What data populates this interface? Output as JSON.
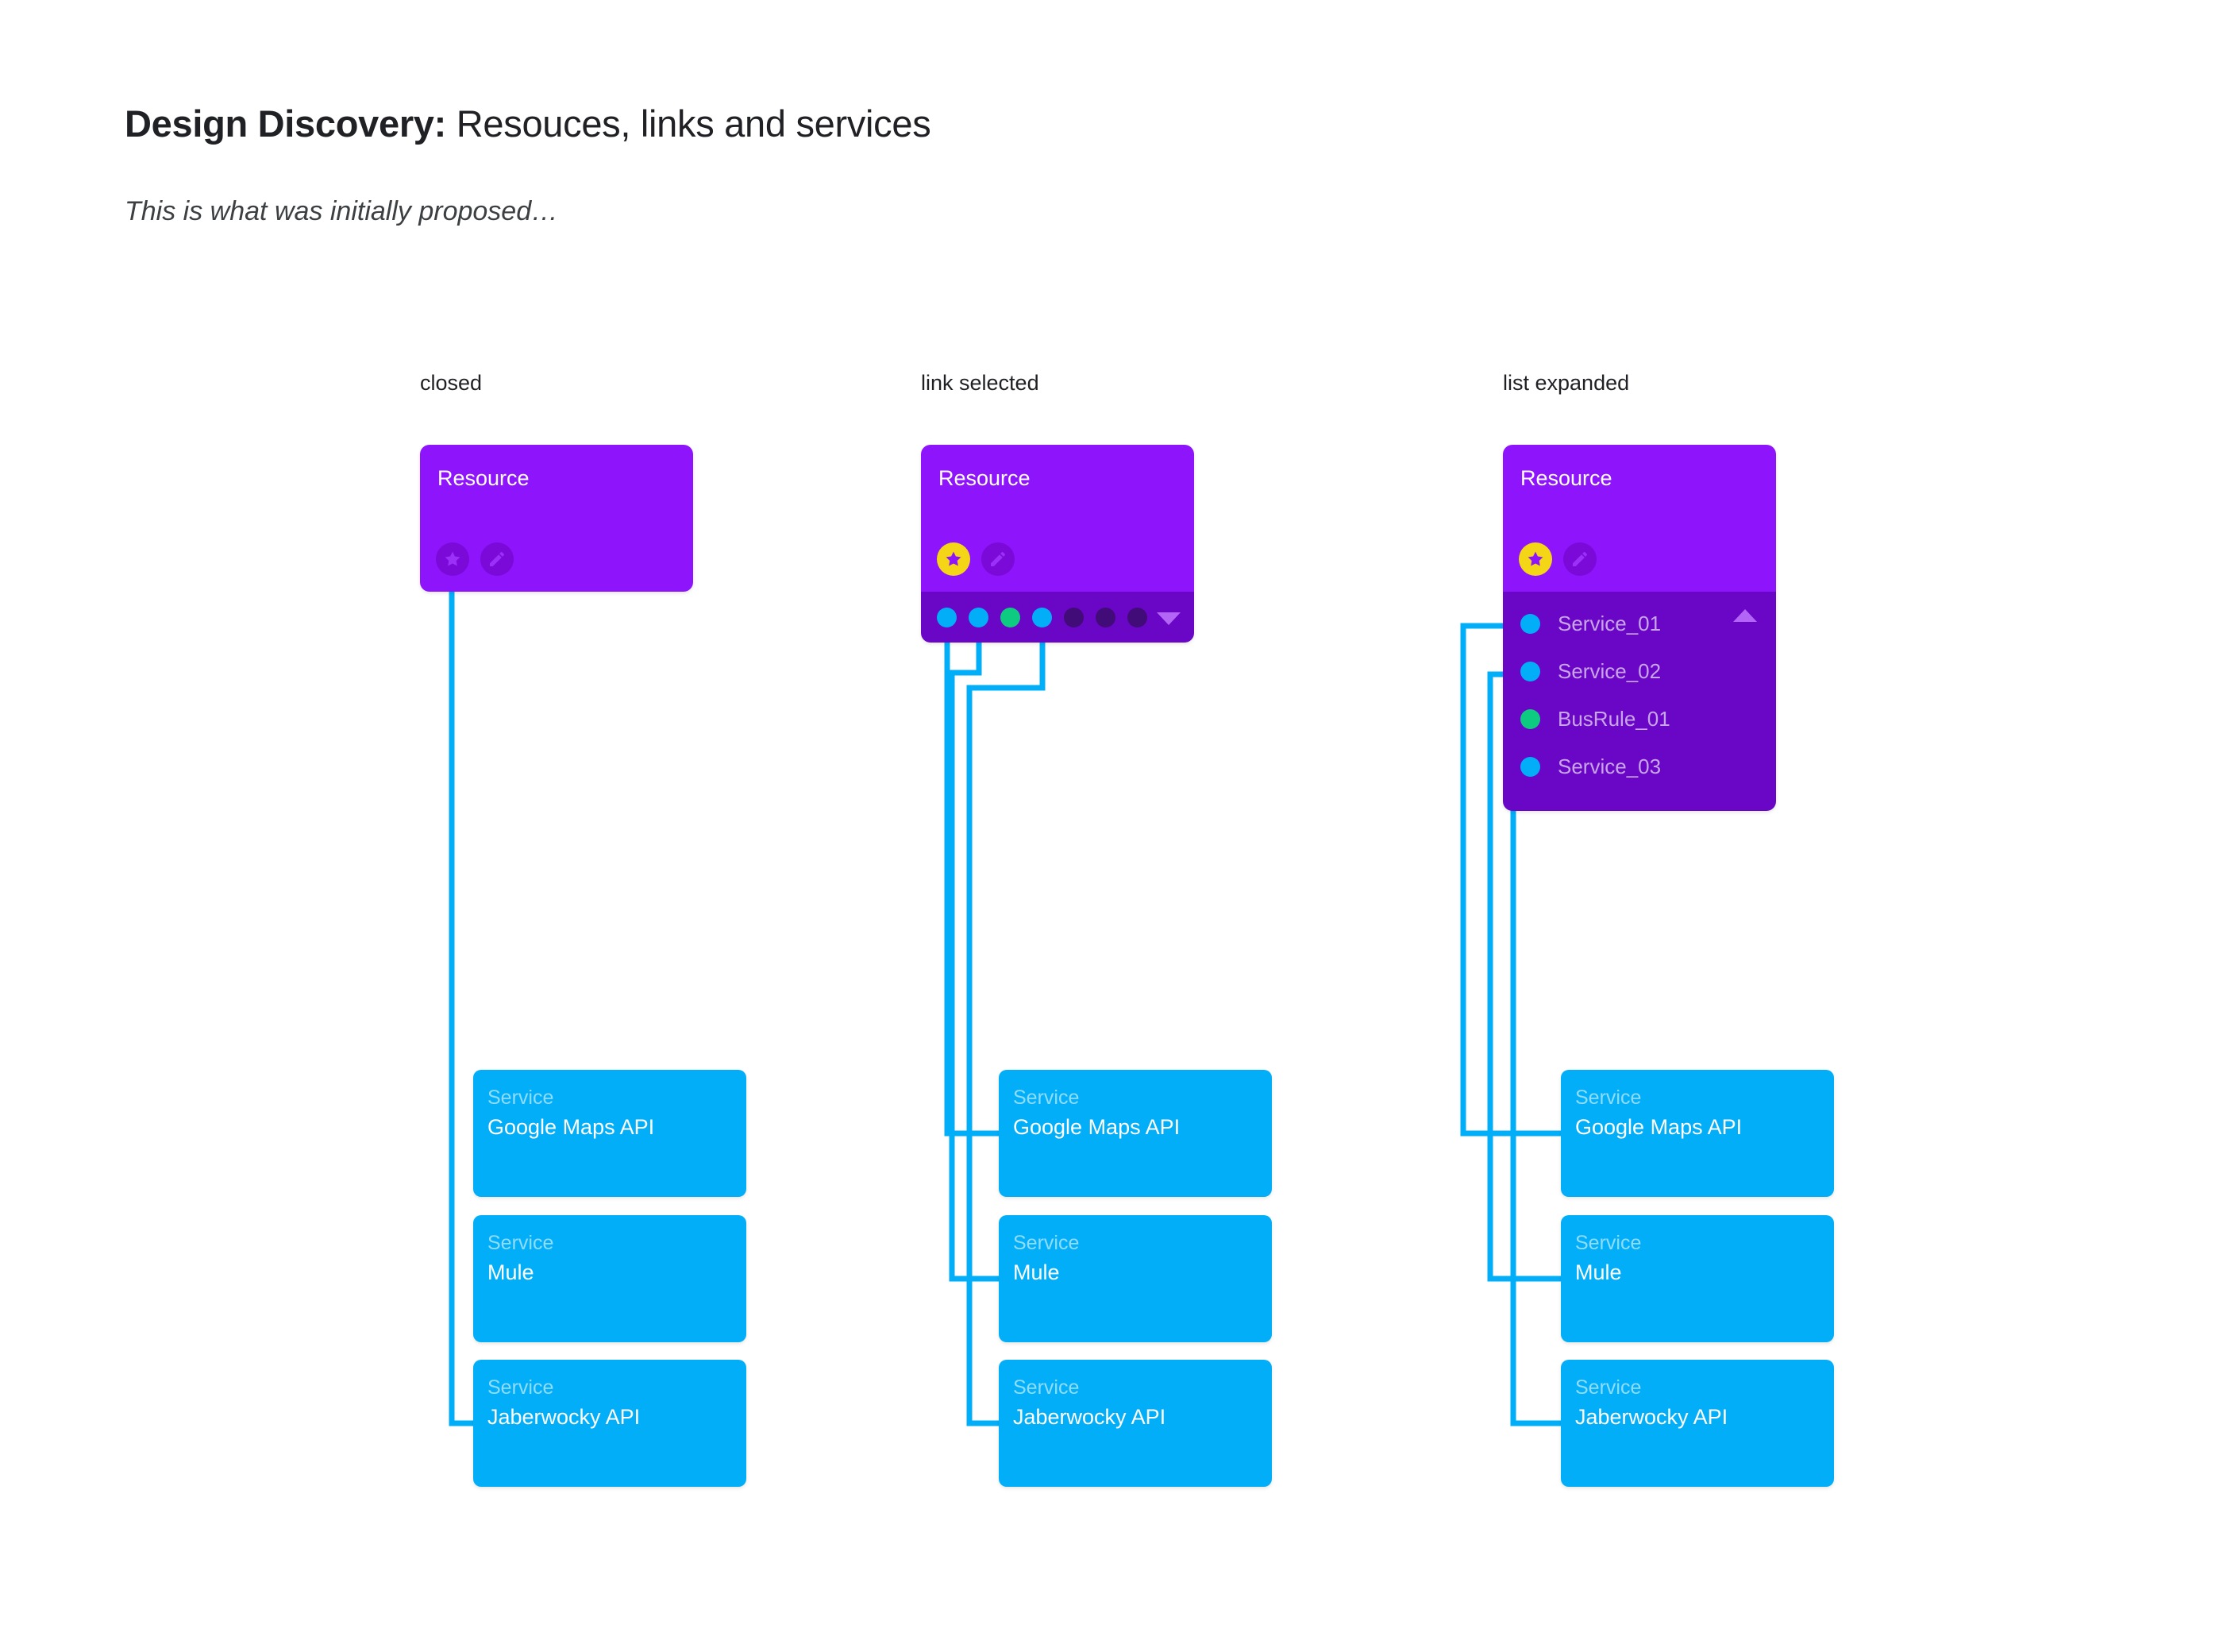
{
  "header": {
    "title_strong": "Design Discovery:",
    "title_rest": " Resouces, links and services",
    "subtitle": "This is what was initially proposed…"
  },
  "colors": {
    "resource_purple": "#8e14fb",
    "resource_purple_dark": "#6a06c6",
    "service_blue": "#03aef9",
    "link_cyan": "#03aef9",
    "busrule_green": "#0ecb82",
    "star_gold": "#f5d616",
    "dot_off": "#410b78",
    "caret_violet": "#b366f5",
    "background": "#ffffff"
  },
  "columns": [
    {
      "caption": "closed",
      "card": {
        "title": "Resource",
        "actions": [
          {
            "icon": "star-icon",
            "state": "inactive"
          },
          {
            "icon": "pencil-icon",
            "state": "inactive"
          }
        ],
        "strip": null,
        "list": null
      },
      "services": [
        {
          "kind": "Service",
          "name": "Google Maps API"
        },
        {
          "kind": "Service",
          "name": "Mule"
        },
        {
          "kind": "Service",
          "name": "Jaberwocky API"
        }
      ]
    },
    {
      "caption": "link selected",
      "card": {
        "title": "Resource",
        "actions": [
          {
            "icon": "star-icon",
            "state": "active"
          },
          {
            "icon": "pencil-icon",
            "state": "inactive"
          }
        ],
        "strip": {
          "dots": [
            "cyan",
            "cyan",
            "green",
            "cyan",
            "off",
            "off",
            "off"
          ],
          "caret": "chevron-down-icon"
        },
        "list": null
      },
      "services": [
        {
          "kind": "Service",
          "name": "Google Maps API"
        },
        {
          "kind": "Service",
          "name": "Mule"
        },
        {
          "kind": "Service",
          "name": "Jaberwocky API"
        }
      ]
    },
    {
      "caption": "list expanded",
      "card": {
        "title": "Resource",
        "actions": [
          {
            "icon": "star-icon",
            "state": "active"
          },
          {
            "icon": "pencil-icon",
            "state": "inactive"
          }
        ],
        "strip": null,
        "list": {
          "caret": "chevron-up-icon",
          "rows": [
            {
              "label": "Service_01",
              "dot": "cyan"
            },
            {
              "label": "Service_02",
              "dot": "cyan"
            },
            {
              "label": "BusRule_01",
              "dot": "green"
            },
            {
              "label": "Service_03",
              "dot": "cyan"
            }
          ]
        }
      },
      "services": [
        {
          "kind": "Service",
          "name": "Google Maps API"
        },
        {
          "kind": "Service",
          "name": "Mule"
        },
        {
          "kind": "Service",
          "name": "Jaberwocky API"
        }
      ]
    }
  ]
}
